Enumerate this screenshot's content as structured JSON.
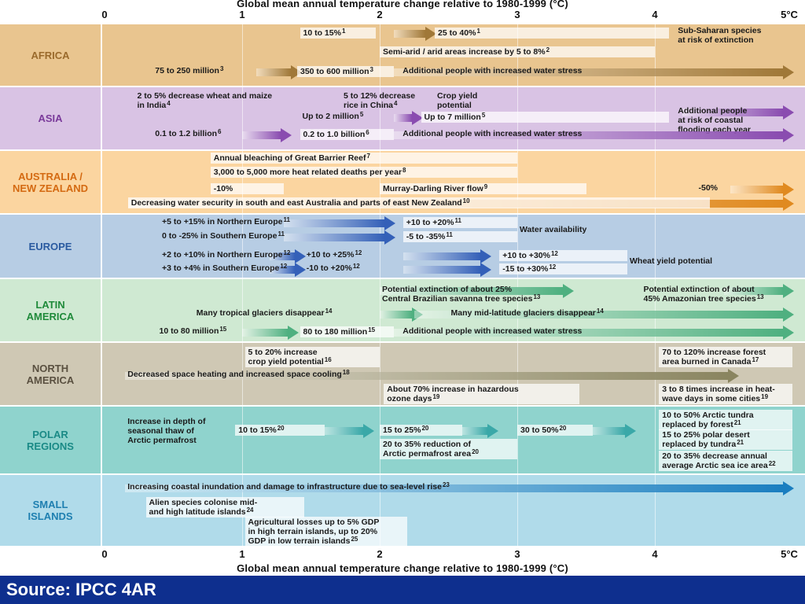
{
  "axis": {
    "title_top": "Global mean annual temperature change relative to 1980-1999 (°C)",
    "title_bottom": "Global mean annual temperature change relative to 1980-1999 (°C)",
    "ticks": [
      "0",
      "1",
      "2",
      "3",
      "4",
      "5°C"
    ]
  },
  "colors": {
    "africa": "#e9c58f",
    "asia": "#d9c3e4",
    "australia": "#fbd5a0",
    "europe": "#b7cde4",
    "latin": "#cfe9d2",
    "north": "#cfc8b4",
    "polar": "#8fd3cd",
    "islands": "#b0dbea",
    "africa_text": "#9a6a2c",
    "asia_text": "#7a3a9a",
    "australia_text": "#d46a12",
    "europe_text": "#2a5aa0",
    "latin_text": "#1f8a3a",
    "north_text": "#5a5040",
    "polar_text": "#1a8a86",
    "islands_text": "#1e7fb0",
    "source_bar": "#0e2f8e"
  },
  "regions": [
    {
      "label": "AFRICA",
      "items": [
        {
          "text": "10 to 15%",
          "sup": "1"
        },
        {
          "text": "25 to 40%",
          "sup": "1"
        },
        {
          "text": "Sub-Saharan species\nat risk of extinction",
          "sup": ""
        },
        {
          "text": "Semi-arid / arid areas increase by 5 to 8%",
          "sup": "2"
        },
        {
          "text": "75 to 250 million",
          "sup": "3"
        },
        {
          "text": "350 to 600 million",
          "sup": "3"
        },
        {
          "text": "Additional people with increased water stress",
          "sup": ""
        }
      ]
    },
    {
      "label": "ASIA",
      "items": [
        {
          "text": "2 to 5% decrease wheat and maize\nin India",
          "sup": "4"
        },
        {
          "text": "5 to 12% decrease\nrice in China",
          "sup": "4"
        },
        {
          "text": "Crop yield\npotential",
          "sup": ""
        },
        {
          "text": "Up to 2 million",
          "sup": "5"
        },
        {
          "text": "Up to 7 million",
          "sup": "5"
        },
        {
          "text": "Additional people\nat risk of coastal\nflooding each year",
          "sup": ""
        },
        {
          "text": "0.1 to 1.2 billion",
          "sup": "6"
        },
        {
          "text": "0.2 to 1.0 billion",
          "sup": "6"
        },
        {
          "text": "Additional people with increased water stress",
          "sup": ""
        }
      ]
    },
    {
      "label": "AUSTRALIA /\nNEW ZEALAND",
      "items": [
        {
          "text": "Annual bleaching of Great Barrier Reef",
          "sup": "7"
        },
        {
          "text": "3,000 to 5,000 more heat related deaths per year",
          "sup": "8"
        },
        {
          "text": "-10%",
          "sup": ""
        },
        {
          "text": "Murray-Darling River flow",
          "sup": "9"
        },
        {
          "text": "-50%",
          "sup": ""
        },
        {
          "text": "Decreasing water security in south and east Australia and parts of east New Zealand",
          "sup": "10"
        }
      ]
    },
    {
      "label": "EUROPE",
      "items": [
        {
          "text": "+5 to +15% in Northern Europe",
          "sup": "11"
        },
        {
          "text": "+10 to +20%",
          "sup": "11"
        },
        {
          "text": "0 to -25% in Southern Europe",
          "sup": "11"
        },
        {
          "text": "-5 to -35%",
          "sup": "11"
        },
        {
          "text": "Water availability",
          "sup": ""
        },
        {
          "text": "+2 to +10% in Northern Europe",
          "sup": "12"
        },
        {
          "text": "+10 to +25%",
          "sup": "12"
        },
        {
          "text": "+10 to +30%",
          "sup": "12"
        },
        {
          "text": "+3 to +4% in Southern Europe",
          "sup": "12"
        },
        {
          "text": "-10 to +20%",
          "sup": "12"
        },
        {
          "text": "-15 to +30%",
          "sup": "12"
        },
        {
          "text": "Wheat yield potential",
          "sup": ""
        }
      ]
    },
    {
      "label": "LATIN\nAMERICA",
      "items": [
        {
          "text": "Potential extinction of about 25%\nCentral Brazilian savanna tree species",
          "sup": "13"
        },
        {
          "text": "Potential extinction of about\n45% Amazonian tree species",
          "sup": "13"
        },
        {
          "text": "Many tropical glaciers disappear",
          "sup": "14"
        },
        {
          "text": "Many mid-latitude glaciers disappear",
          "sup": "14"
        },
        {
          "text": "10 to 80 million",
          "sup": "15"
        },
        {
          "text": "80 to 180 million",
          "sup": "15"
        },
        {
          "text": "Additional people with increased water stress",
          "sup": ""
        }
      ]
    },
    {
      "label": "NORTH\nAMERICA",
      "items": [
        {
          "text": "5 to 20% increase\ncrop yield potential",
          "sup": "16"
        },
        {
          "text": "70 to 120% increase forest\narea burned in Canada",
          "sup": "17"
        },
        {
          "text": "Decreased space heating and increased space cooling",
          "sup": "18"
        },
        {
          "text": "About 70% increase in hazardous\nozone days",
          "sup": "19"
        },
        {
          "text": "3 to 8 times increase in heat-\nwave days in some cities",
          "sup": "19"
        }
      ]
    },
    {
      "label": "POLAR\nREGIONS",
      "items": [
        {
          "text": "Increase in depth of\nseasonal thaw of\nArctic permafrost",
          "sup": ""
        },
        {
          "text": "10 to 15%",
          "sup": "20"
        },
        {
          "text": "15 to 25%",
          "sup": "20"
        },
        {
          "text": "30 to 50%",
          "sup": "20"
        },
        {
          "text": "20 to 35% reduction of\nArctic permafrost area",
          "sup": "20"
        },
        {
          "text": "10 to 50% Arctic tundra\nreplaced by forest",
          "sup": "21"
        },
        {
          "text": "15 to 25% polar desert\nreplaced by tundra",
          "sup": "21"
        },
        {
          "text": "20 to 35% decrease annual\naverage Arctic sea ice area",
          "sup": "22"
        }
      ]
    },
    {
      "label": "SMALL\nISLANDS",
      "items": [
        {
          "text": "Increasing coastal inundation and damage to infrastructure due to sea-level rise",
          "sup": "23"
        },
        {
          "text": "Alien species colonise mid-\nand high latitude islands",
          "sup": "24"
        },
        {
          "text": "Agricultural losses up to 5% GDP\nin high terrain islands, up to 20%\nGDP in low terrain islands",
          "sup": "25"
        }
      ]
    }
  ],
  "source": "Source: IPCC 4AR"
}
